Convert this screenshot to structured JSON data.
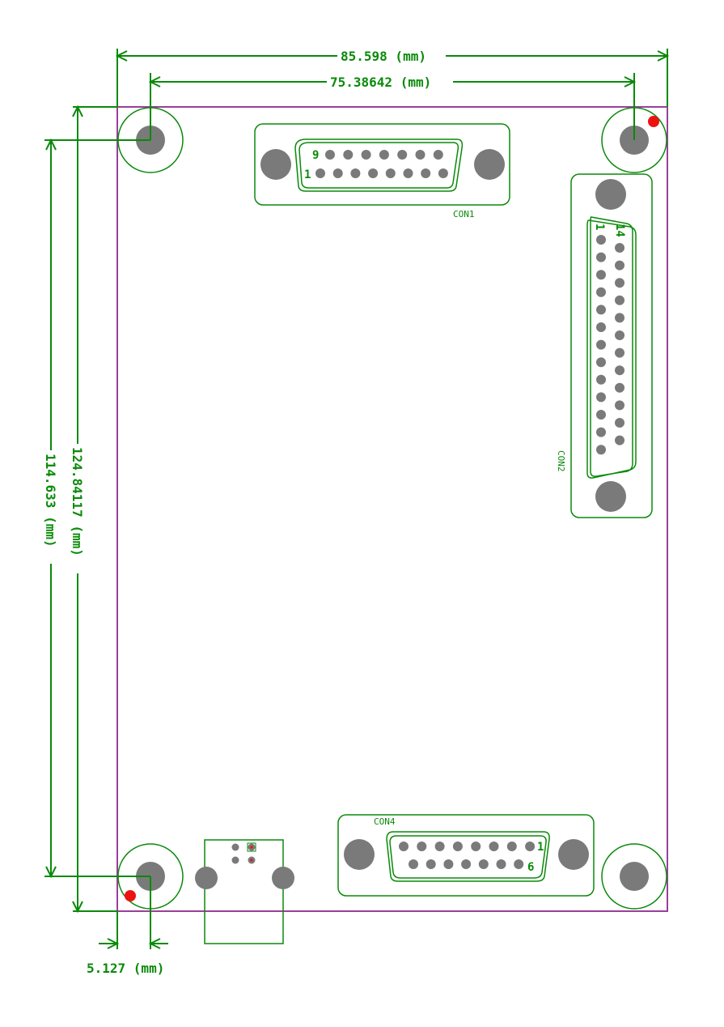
{
  "dimensions": {
    "overall_width": "85.598 (mm)",
    "hole_spacing_x": "75.38642 (mm)",
    "overall_height": "124.84117 (mm)",
    "hole_spacing_y": "114.633 (mm)",
    "hole_offset": "5.127 (mm)"
  },
  "connectors": {
    "con1": {
      "label": "CON1",
      "pin_first": "1",
      "pin_row2": "9"
    },
    "con2": {
      "label": "CON2",
      "pin_first": "1",
      "pin_row2": "14"
    },
    "con4": {
      "label": "CON4",
      "pin_first": "1",
      "pin_row2": "6"
    }
  },
  "colors": {
    "dimension": "#0a8a0a",
    "board_outline": "#9a3f9a",
    "pad": "#7a7a7a",
    "marker": "#ee1111"
  }
}
